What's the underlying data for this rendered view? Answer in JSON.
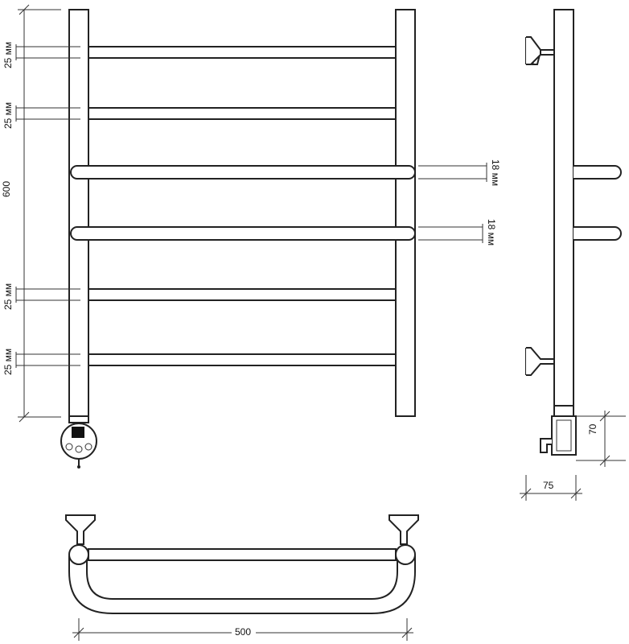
{
  "dimensions": {
    "height_total": "600",
    "gap_top_1": "25 мм",
    "gap_top_2": "25 мм",
    "gap_bottom_1": "25 мм",
    "gap_bottom_2": "25 мм",
    "bar_dia_1": "18 мм",
    "bar_dia_2": "18 мм",
    "width_total": "500",
    "depth": "75",
    "unit_height": "70"
  }
}
